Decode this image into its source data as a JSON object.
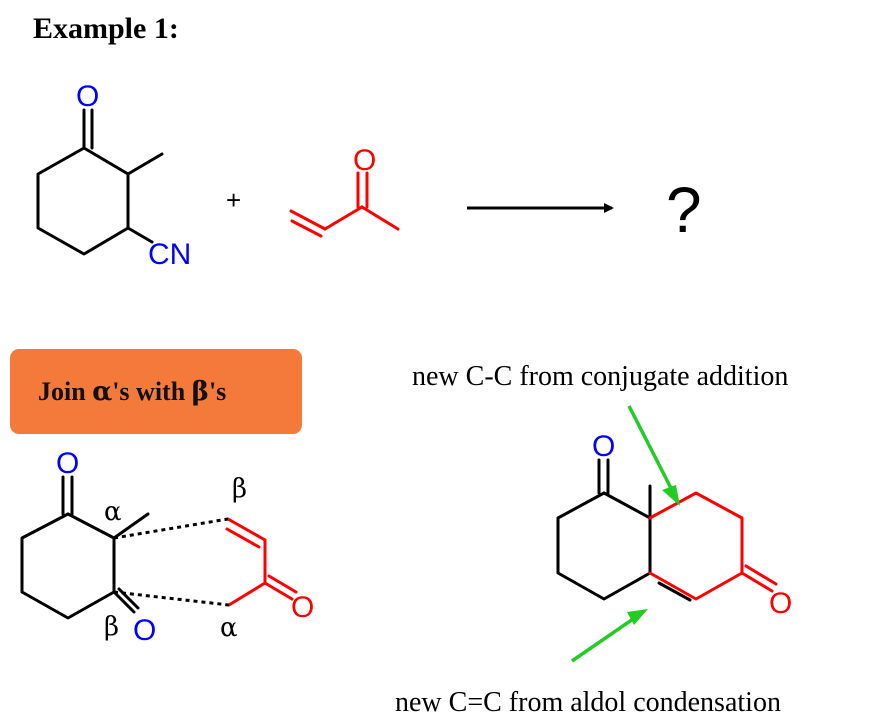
{
  "heading": "Example 1:",
  "colors": {
    "black": "#000000",
    "heteroatom": "#0000ff",
    "reagent": "#ff0000",
    "callout": "#f47a3c",
    "pointer": "#22cc22"
  },
  "reaction": {
    "ketone_oxygen": "O",
    "nitrile": "CN",
    "plus": "+",
    "enone_oxygen": "O",
    "product": "?"
  },
  "hint_button": {
    "prefix": "Join ",
    "alpha": "α",
    "middle": "'s with ",
    "beta": "β",
    "suffix": "'s"
  },
  "mechanism": {
    "oxygen_top": "O",
    "oxygen_bottom": "O",
    "oxygen_right": "O",
    "alpha_left": "α",
    "beta_left": "β",
    "beta_right": "β",
    "alpha_right": "α"
  },
  "product": {
    "oxygen_top": "O",
    "oxygen_right": "O",
    "label_conjugate": "new C-C from conjugate addition",
    "label_aldol": "new C=C from aldol condensation"
  }
}
